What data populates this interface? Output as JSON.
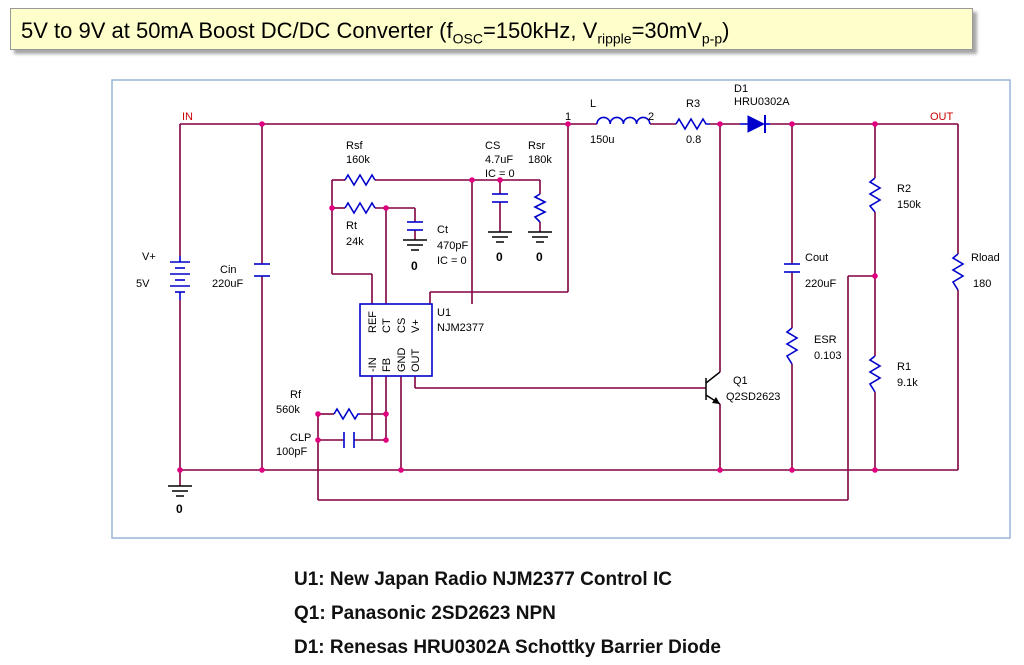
{
  "title": {
    "lead": "5V to 9V at 50mA Boost DC/DC Converter (f",
    "osc_sub": "OSC",
    "osc_val": "=150kHz, V",
    "ripple_sub": "ripple",
    "ripple_val": "=30mV",
    "pp_sub": "p-p",
    "close": ")"
  },
  "colors": {
    "wire": "#800040",
    "part": "#0000cc",
    "node": "#e0007f",
    "text": "#000000",
    "net": "#cc0000",
    "frame": "#9ab4d6"
  },
  "nets": {
    "in": "IN",
    "out": "OUT"
  },
  "pins": {
    "l_1": "1",
    "l_2": "2"
  },
  "components": {
    "vplus": {
      "ref": "V+",
      "value": "5V"
    },
    "cin": {
      "ref": "Cin",
      "value": "220uF"
    },
    "rsf": {
      "ref": "Rsf",
      "value": "160k"
    },
    "rt": {
      "ref": "Rt",
      "value": "24k"
    },
    "ct": {
      "ref": "Ct",
      "value": "470pF",
      "ic": "IC = 0"
    },
    "cs": {
      "ref": "CS",
      "value": "4.7uF",
      "ic": "IC = 0"
    },
    "rsr": {
      "ref": "Rsr",
      "value": "180k"
    },
    "l": {
      "ref": "L",
      "value": "150u"
    },
    "r3": {
      "ref": "R3",
      "value": "0.8"
    },
    "d1": {
      "ref": "D1",
      "value": "HRU0302A"
    },
    "u1": {
      "ref": "U1",
      "value": "NJM2377",
      "pins_top": [
        "REF",
        "CT",
        "CS",
        "V+"
      ],
      "pins_bottom": [
        "-IN",
        "FB",
        "GND",
        "OUT"
      ]
    },
    "q1": {
      "ref": "Q1",
      "value": "Q2SD2623"
    },
    "cout": {
      "ref": "Cout",
      "value": "220uF"
    },
    "esr": {
      "ref": "ESR",
      "value": "0.103"
    },
    "r2": {
      "ref": "R2",
      "value": "150k"
    },
    "r1": {
      "ref": "R1",
      "value": "9.1k"
    },
    "rload": {
      "ref": "Rload",
      "value": "180"
    },
    "rf": {
      "ref": "Rf",
      "value": "560k"
    },
    "clp": {
      "ref": "CLP",
      "value": "100pF"
    }
  },
  "grounds": {
    "main": "0",
    "cs": "0",
    "rsr": "0",
    "ct": "0"
  },
  "parts_list": [
    "U1: New Japan Radio NJM2377 Control IC",
    "Q1: Panasonic 2SD2623  NPN",
    "D1: Renesas HRU0302A Schottky Barrier Diode"
  ]
}
